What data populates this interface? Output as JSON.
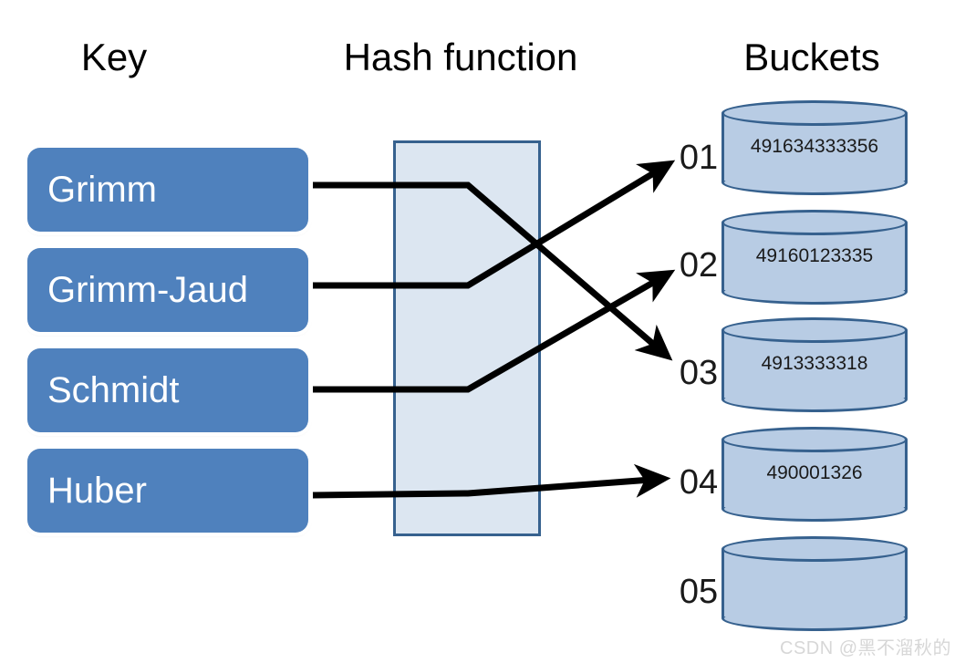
{
  "headings": {
    "key": "Key",
    "hash": "Hash function",
    "buckets": "Buckets"
  },
  "keys": [
    {
      "label": "Grimm"
    },
    {
      "label": "Grimm-Jaud"
    },
    {
      "label": "Schmidt"
    },
    {
      "label": "Huber"
    }
  ],
  "buckets": [
    {
      "index": "01",
      "value": "491634333356"
    },
    {
      "index": "02",
      "value": "49160123335"
    },
    {
      "index": "03",
      "value": "4913333318"
    },
    {
      "index": "04",
      "value": "490001326"
    },
    {
      "index": "05",
      "value": ""
    }
  ],
  "mapping": [
    {
      "from": "Grimm",
      "to": "03"
    },
    {
      "from": "Grimm-Jaud",
      "to": "01"
    },
    {
      "from": "Schmidt",
      "to": "02"
    },
    {
      "from": "Huber",
      "to": "04"
    }
  ],
  "colors": {
    "key_box_fill": "#4f81bd",
    "key_box_text": "#ffffff",
    "hash_rect_fill": "#dce6f1",
    "hash_rect_border": "#36618e",
    "cylinder_fill": "#b8cce4",
    "cylinder_border": "#36618e",
    "arrow": "#000000",
    "heading_text": "#000000",
    "watermark_text": "#d7d7d7"
  },
  "watermark": "CSDN @黑不溜秋的"
}
